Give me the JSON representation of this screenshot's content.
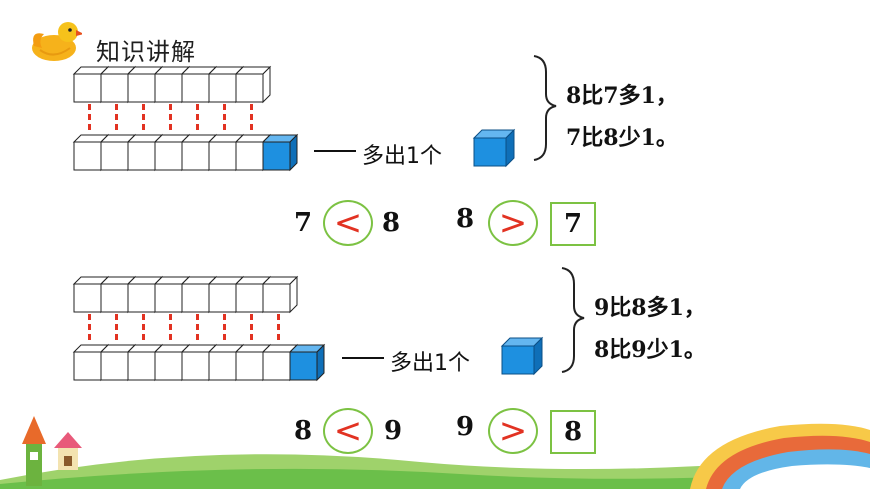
{
  "header": {
    "title": "知识讲解"
  },
  "colors": {
    "cube_blue": "#1e90e0",
    "dash_red": "#e23222",
    "symbol_red": "#e23222",
    "circle_green": "#7cc243",
    "box_green": "#7cc243"
  },
  "sections": [
    {
      "top_count": 7,
      "bottom_white": 7,
      "bottom_blue": 1,
      "more_label": "多出1个",
      "statements": [
        "8比7多1，",
        "7比8少1。"
      ],
      "compare_left": {
        "a": "7",
        "symbol": "<",
        "b": "8"
      },
      "compare_right": {
        "a": "8",
        "symbol": ">",
        "answer": "7"
      }
    },
    {
      "top_count": 8,
      "bottom_white": 8,
      "bottom_blue": 1,
      "more_label": "多出1个",
      "statements": [
        "9比8多1，",
        "8比9少1。"
      ],
      "compare_left": {
        "a": "8",
        "symbol": "<",
        "b": "9"
      },
      "compare_right": {
        "a": "9",
        "symbol": ">",
        "answer": "8"
      }
    }
  ],
  "decorations": [
    "duck-icon",
    "tower-icon",
    "house-icon",
    "rainbow-landscape"
  ]
}
